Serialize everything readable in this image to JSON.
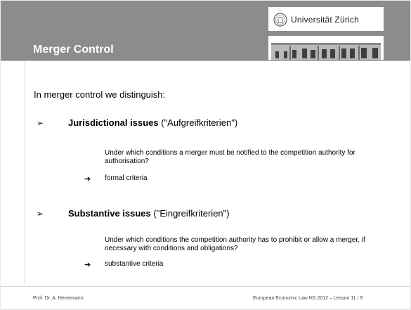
{
  "header": {
    "title": "Merger Control",
    "university": "Universität Zürich",
    "seal_icon": "university-seal-icon",
    "building_image": "university-building-icon"
  },
  "content": {
    "intro": "In merger control we distinguish:",
    "items": [
      {
        "bullet": "➢",
        "bold": "Jurisdictional issues",
        "rest": " (\"Aufgreifkriterien\")",
        "question": "Under which conditions a merger must be notified to the competition authority for authorisation?",
        "arrow": "➔",
        "criteria": "formal criteria"
      },
      {
        "bullet": "➢",
        "bold": "Substantive issues",
        "rest": " (\"Eingreifkriterien\")",
        "question": "Under which conditions the competition authority has to prohibit or allow a merger, if necessary with conditions and obligations?",
        "arrow": "➔",
        "criteria": "substantive criteria"
      }
    ]
  },
  "footer": {
    "author": "Prof. Dr. A. Heinemann",
    "course": "European Economic Law HS 2012 – Lesson 11  /  9"
  }
}
